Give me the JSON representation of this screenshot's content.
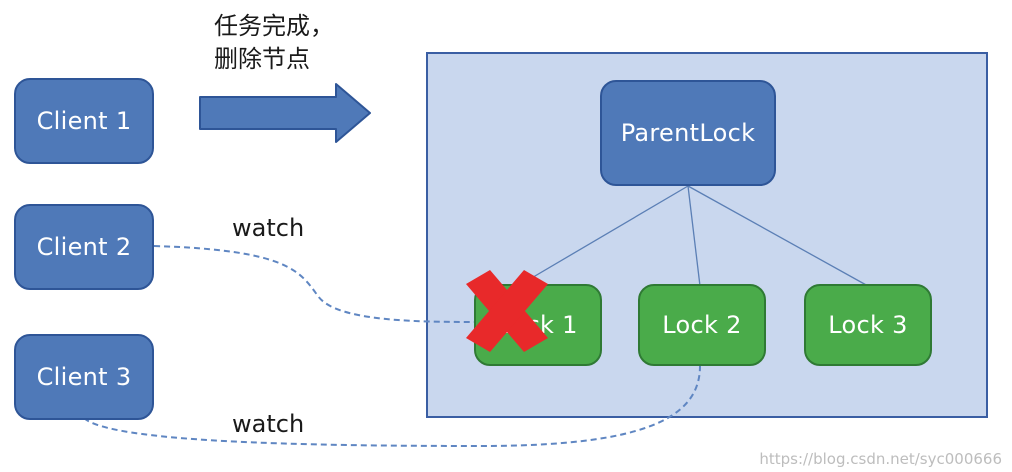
{
  "instruction": {
    "line1": "任务完成，",
    "line2": "删除节点"
  },
  "clients": [
    {
      "label": "Client 1"
    },
    {
      "label": "Client 2"
    },
    {
      "label": "Client 3"
    }
  ],
  "parent": {
    "label": "ParentLock"
  },
  "locks": [
    {
      "label": "Lock 1",
      "status": "deleted"
    },
    {
      "label": "Lock 2"
    },
    {
      "label": "Lock 3"
    }
  ],
  "edges": {
    "watch_label_1": "watch",
    "watch_label_2": "watch"
  },
  "colors": {
    "client_fill": "#4f79b8",
    "lock_fill": "#4aab4a",
    "container_fill": "#c9d7ee",
    "arrow_fill": "#4f79b8",
    "delete_mark": "#e8292a"
  },
  "watermark": "https://blog.csdn.net/syc000666"
}
